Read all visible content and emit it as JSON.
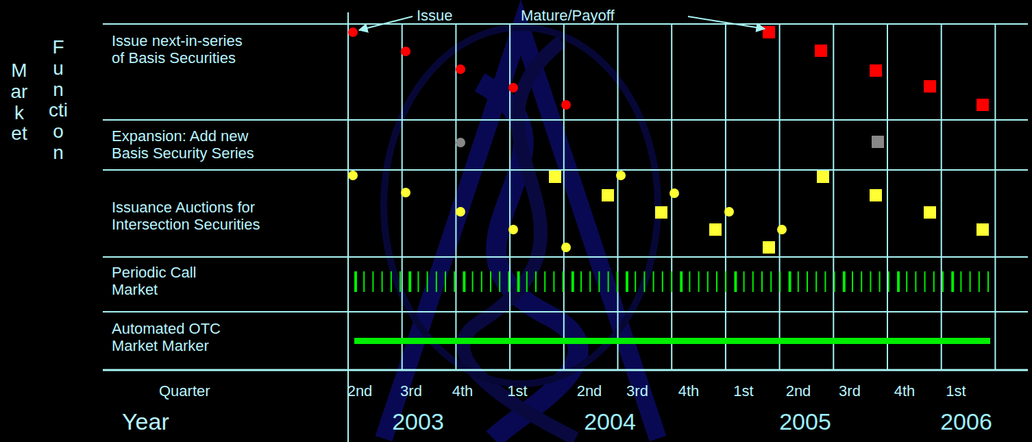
{
  "diagram": {
    "labels": [
      "Issue",
      "Mature/Payoff",
      "Market",
      "Function",
      "Issue next-in-series of Basis Securities",
      "Expansion: Add new Basis Security Series",
      "Issuance Auctions for Intersection Securities",
      "Periodic Call Market",
      "Automated OTC Market Marker",
      "Quarter",
      "2nd",
      "3rd",
      "4th",
      "1st",
      "2nd",
      "3rd",
      "4th",
      "1st",
      "2nd",
      "3rd",
      "4th",
      "1st",
      "Year",
      "2003",
      "2004",
      "2005",
      "2006"
    ]
  }
}
